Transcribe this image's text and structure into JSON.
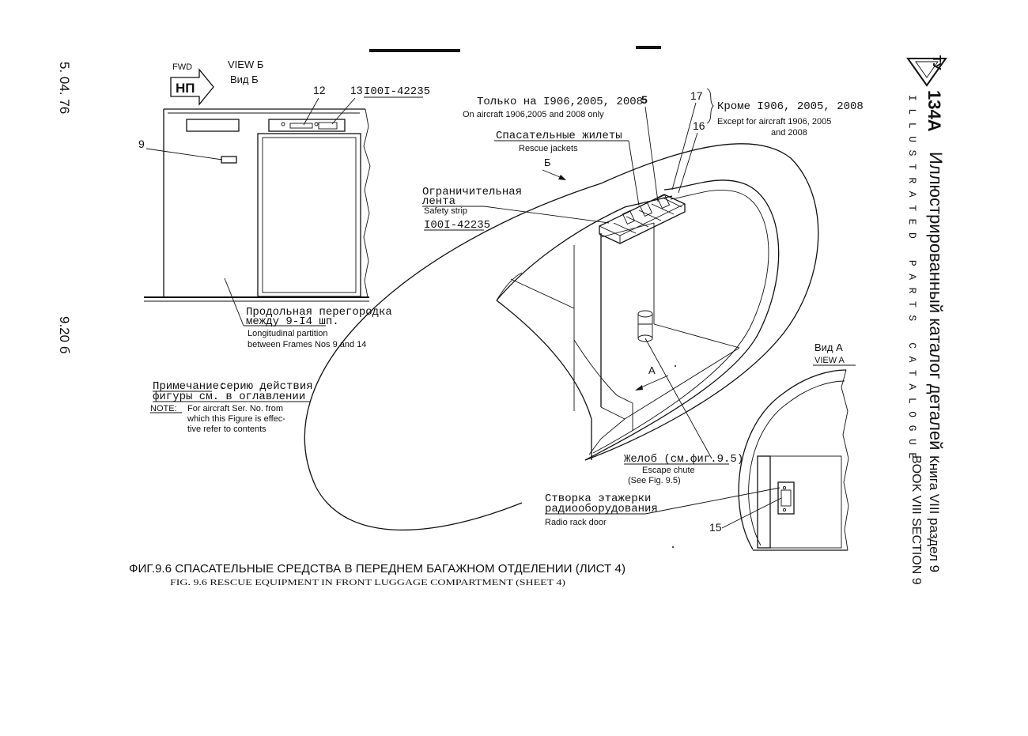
{
  "margin": {
    "date": "5. 04. 76",
    "page_code": "9.20 б"
  },
  "header_right": {
    "logo_text": "ТУ",
    "model": "134А",
    "title_ru": "Иллюстрированный каталог деталей",
    "title_en": "ILLUSTRATED PARTS CATALOGUE",
    "book_ru": "Книга VIII раздел 9",
    "book_en": "BOOK VIII SECTION 9"
  },
  "view_b": {
    "fwd_en": "FWD",
    "fwd_ru": "НП",
    "view_en": "VIEW Б",
    "view_ru": "Вид Б",
    "callout_9": "9",
    "callout_12": "12",
    "callout_13": "13",
    "part_number": "I00I-42235",
    "partition_ru_1": "Продольная перегородка",
    "partition_ru_2": "между 9-I4 шп.",
    "partition_en_1": "Longitudinal partition",
    "partition_en_2": "between Frames Nos 9 and 14"
  },
  "note": {
    "ru_label": "Примечание:",
    "ru_text_1": "серию действия",
    "ru_text_2": "фигуры см. в оглавлении",
    "en_label": "NOTE:",
    "en_text_1": "For aircraft Ser. No. from",
    "en_text_2": "which this Figure is effec-",
    "en_text_3": "tive refer to contents"
  },
  "main": {
    "only_ru": "Только на I906,2005, 2008",
    "only_en": "On aircraft 1906,2005 and 2008 only",
    "callout_5": "5",
    "callout_17": "17",
    "callout_16": "16",
    "except_ru": "Кроме I906, 2005, 2008",
    "except_en_1": "Except for aircraft 1906, 2005",
    "except_en_2": "and 2008",
    "jackets_ru": "Спасательные жилеты",
    "jackets_en": "Rescue jackets",
    "arrow_b": "Б",
    "strip_ru_1": "Ограничительная",
    "strip_ru_2": "лента",
    "strip_en": "Safety strip",
    "strip_pn": "I00I-42235",
    "arrow_a": "А",
    "chute_ru": "Желоб (см.фиг.9.5)",
    "chute_en_1": "Escape chute",
    "chute_en_2": "(See Fig. 9.5)",
    "rack_ru_1": "Створка этажерки",
    "rack_ru_2": "радиооборудования",
    "rack_en": "Radio rack door"
  },
  "view_a": {
    "view_ru": "Вид А",
    "view_en": "VIEW A",
    "callout_15": "15"
  },
  "caption": {
    "ru": "ФИГ.9.6 СПАСАТЕЛЬНЫЕ СРЕДСТВА В ПЕРЕДНЕМ БАГАЖНОМ ОТДЕЛЕНИИ (ЛИСТ 4)",
    "en": "FIG. 9.6 RESCUE EQUIPMENT IN FRONT LUGGAGE COMPARTMENT (SHEET 4)"
  }
}
